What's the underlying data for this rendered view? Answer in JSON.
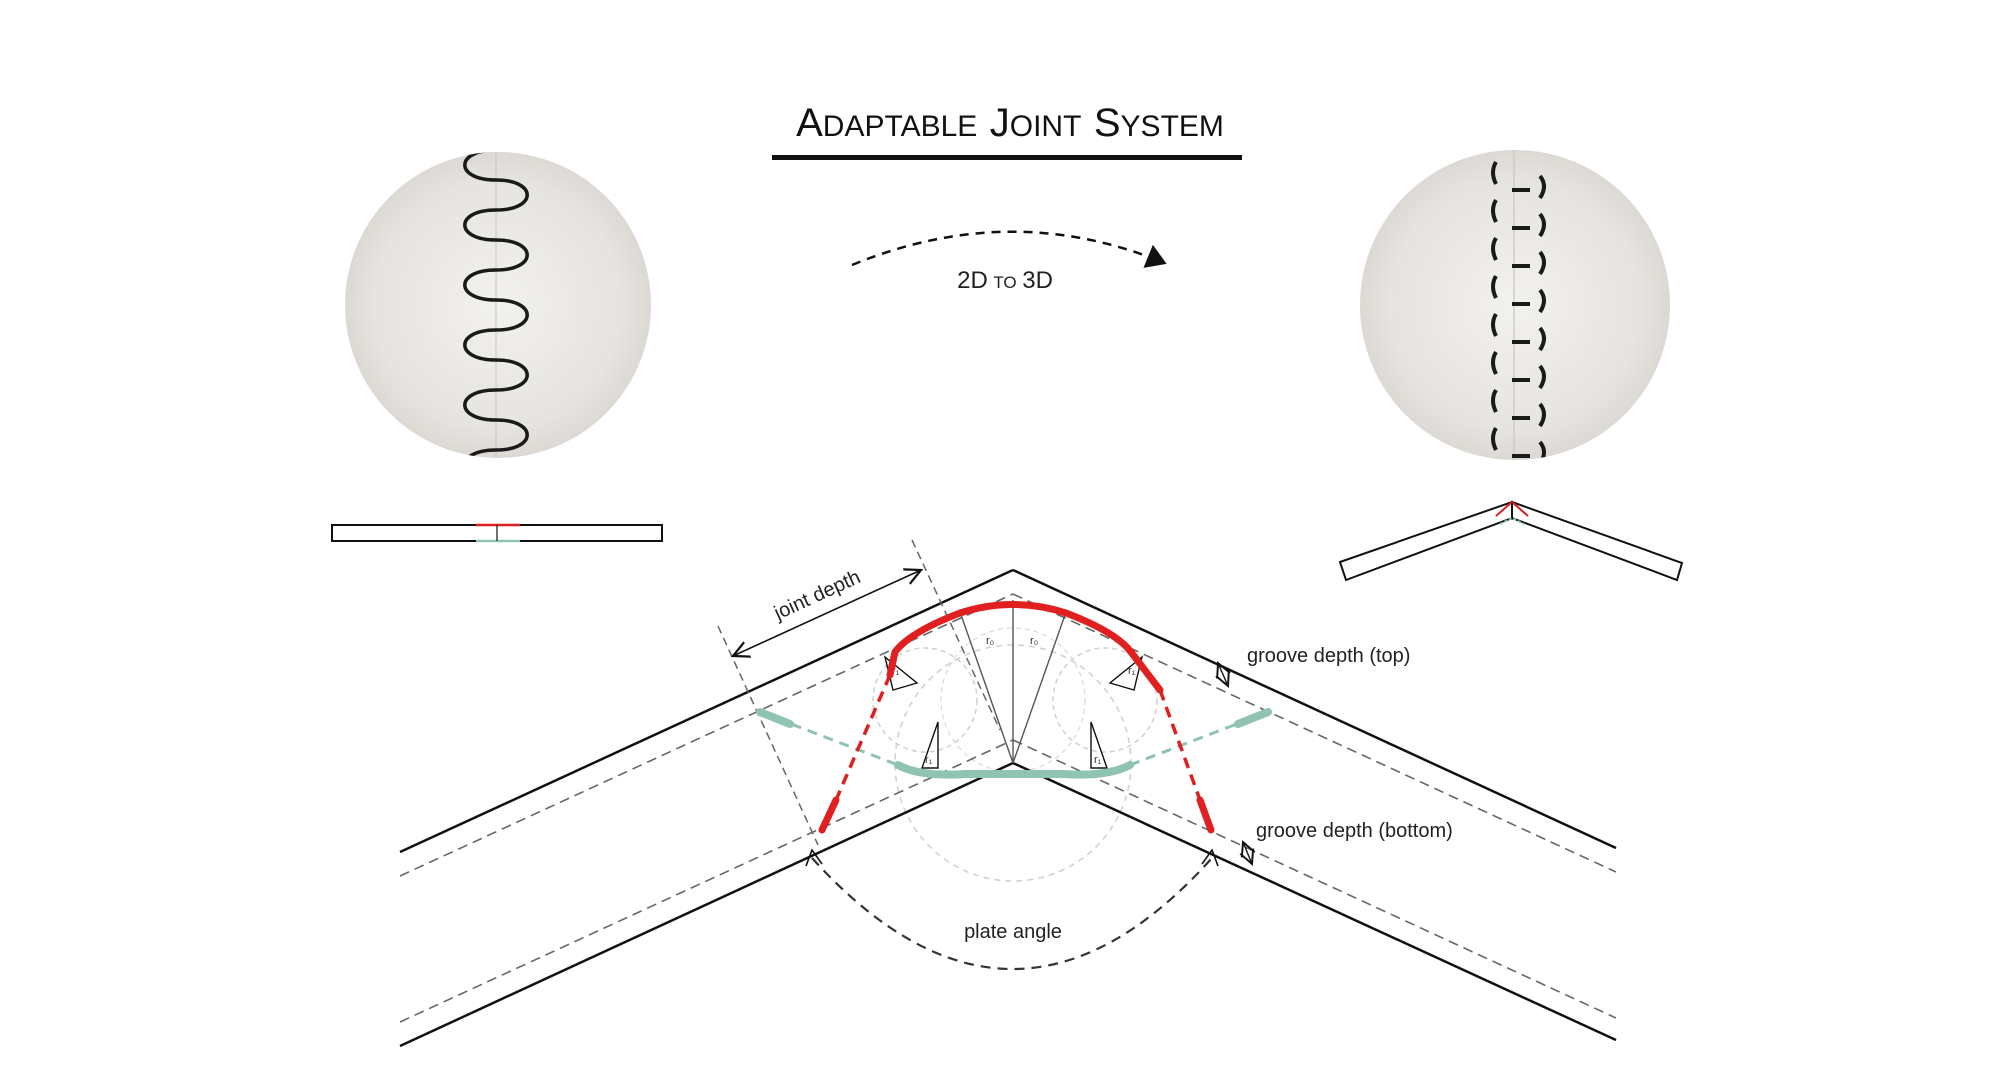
{
  "title": {
    "first_initial": "A",
    "first_rest": "DAPTABLE",
    "second_initial": "J",
    "second_rest": "OINT",
    "third_initial": "S",
    "third_rest": "YSTEM"
  },
  "transition": {
    "from": "2D",
    "connector": "TO",
    "to": "3D"
  },
  "labels": {
    "joint_depth": "joint depth",
    "groove_top": "groove depth (top)",
    "groove_bottom": "groove depth (bottom)",
    "plate_angle": "plate angle",
    "r0": "r₀",
    "r1": "r₁"
  },
  "colors": {
    "ink": "#111111",
    "dash": "#666666",
    "groove_top": "#e02020",
    "groove_bottom": "#8fc4b0",
    "photo_bg": "#e7e5e1"
  },
  "icons": {
    "transition_arrow": "curved-dashed-arrow-icon",
    "flat_photo": "flat-joint-photo",
    "folded_photo": "folded-joint-photo"
  }
}
